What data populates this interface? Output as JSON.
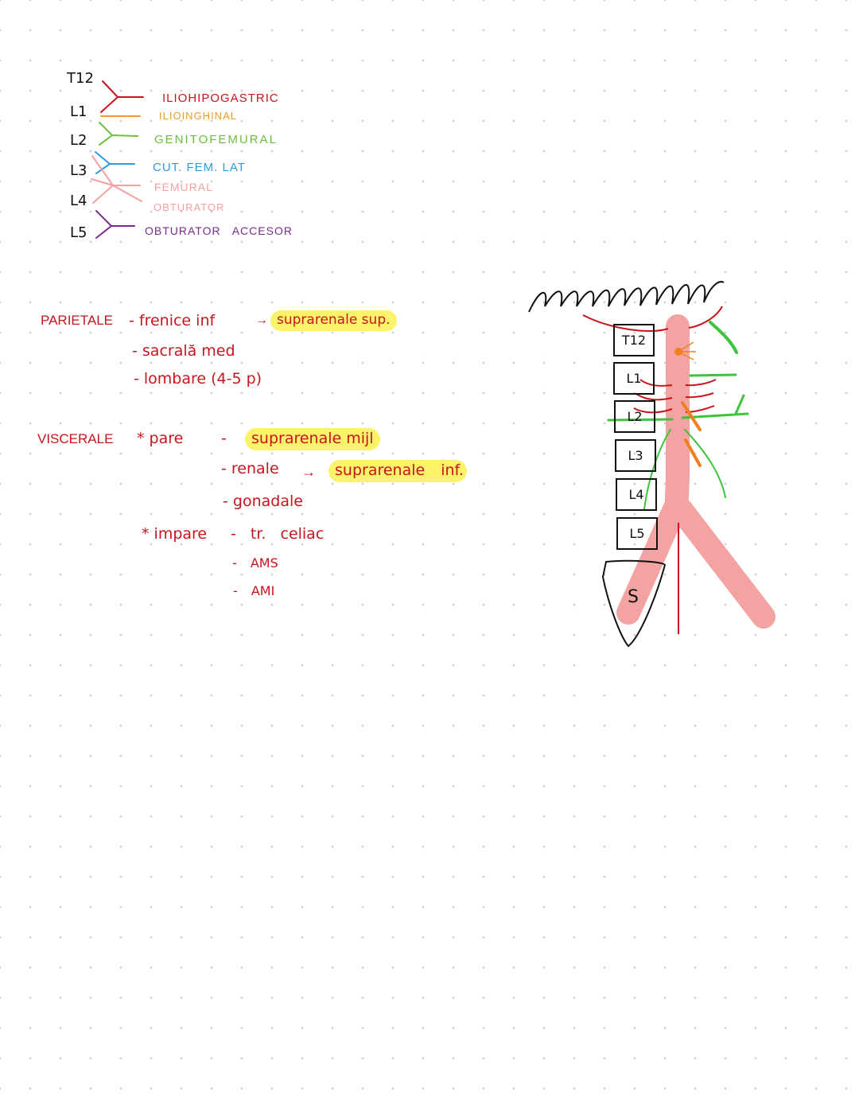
{
  "legend": {
    "segments": [
      "T12",
      "L1",
      "L2",
      "L3",
      "L4",
      "L5"
    ],
    "nerves": [
      {
        "label": "ILIOHIPOGASTRIC",
        "color": "#c8151d"
      },
      {
        "label": "ILIOINGHINAL",
        "color": "#ef9a2c"
      },
      {
        "label": "GENITOFEMURAL",
        "color": "#6cbf3c"
      },
      {
        "label": "CUT. FEM. LAT",
        "color": "#2e9be0"
      },
      {
        "label": "FEMURAL",
        "color": "#f2a0a0"
      },
      {
        "label": "OBTURATOR",
        "color": "#f2a0a0"
      },
      {
        "label": "OBTURATOR ACCESOR",
        "color": "#7b2b8e"
      }
    ]
  },
  "parietale": {
    "heading": "PARIETALE",
    "items": [
      {
        "text": "- frenice inf",
        "arrow": "→",
        "branch": "suprarenale sup."
      },
      {
        "text": "- sacrală med"
      },
      {
        "text": "- lombare (4-5 p)"
      }
    ]
  },
  "viscerale": {
    "heading": "VISCERALE",
    "pare": {
      "label": "* pare",
      "items": [
        {
          "text": "- ",
          "highlight": "suprarenale mijl"
        },
        {
          "text": "- renale",
          "arrow": "→",
          "branch": "suprarenale inf."
        },
        {
          "text": "- gonadale"
        }
      ]
    },
    "impare": {
      "label": "* impare",
      "items": [
        "- tr. celiac",
        "- AMS",
        "- AMI"
      ]
    }
  },
  "diagram": {
    "vertebrae": [
      "T12",
      "L1",
      "L2",
      "L3",
      "L4",
      "L5"
    ],
    "sacrum": "S",
    "colors": {
      "aorta": "#f4a3a3",
      "arteries": "#c8151d",
      "nerves_green": "#3cc43c",
      "nerves_orange": "#f07f1e",
      "outline": "#111111",
      "highlight": "#fbf36a"
    }
  }
}
